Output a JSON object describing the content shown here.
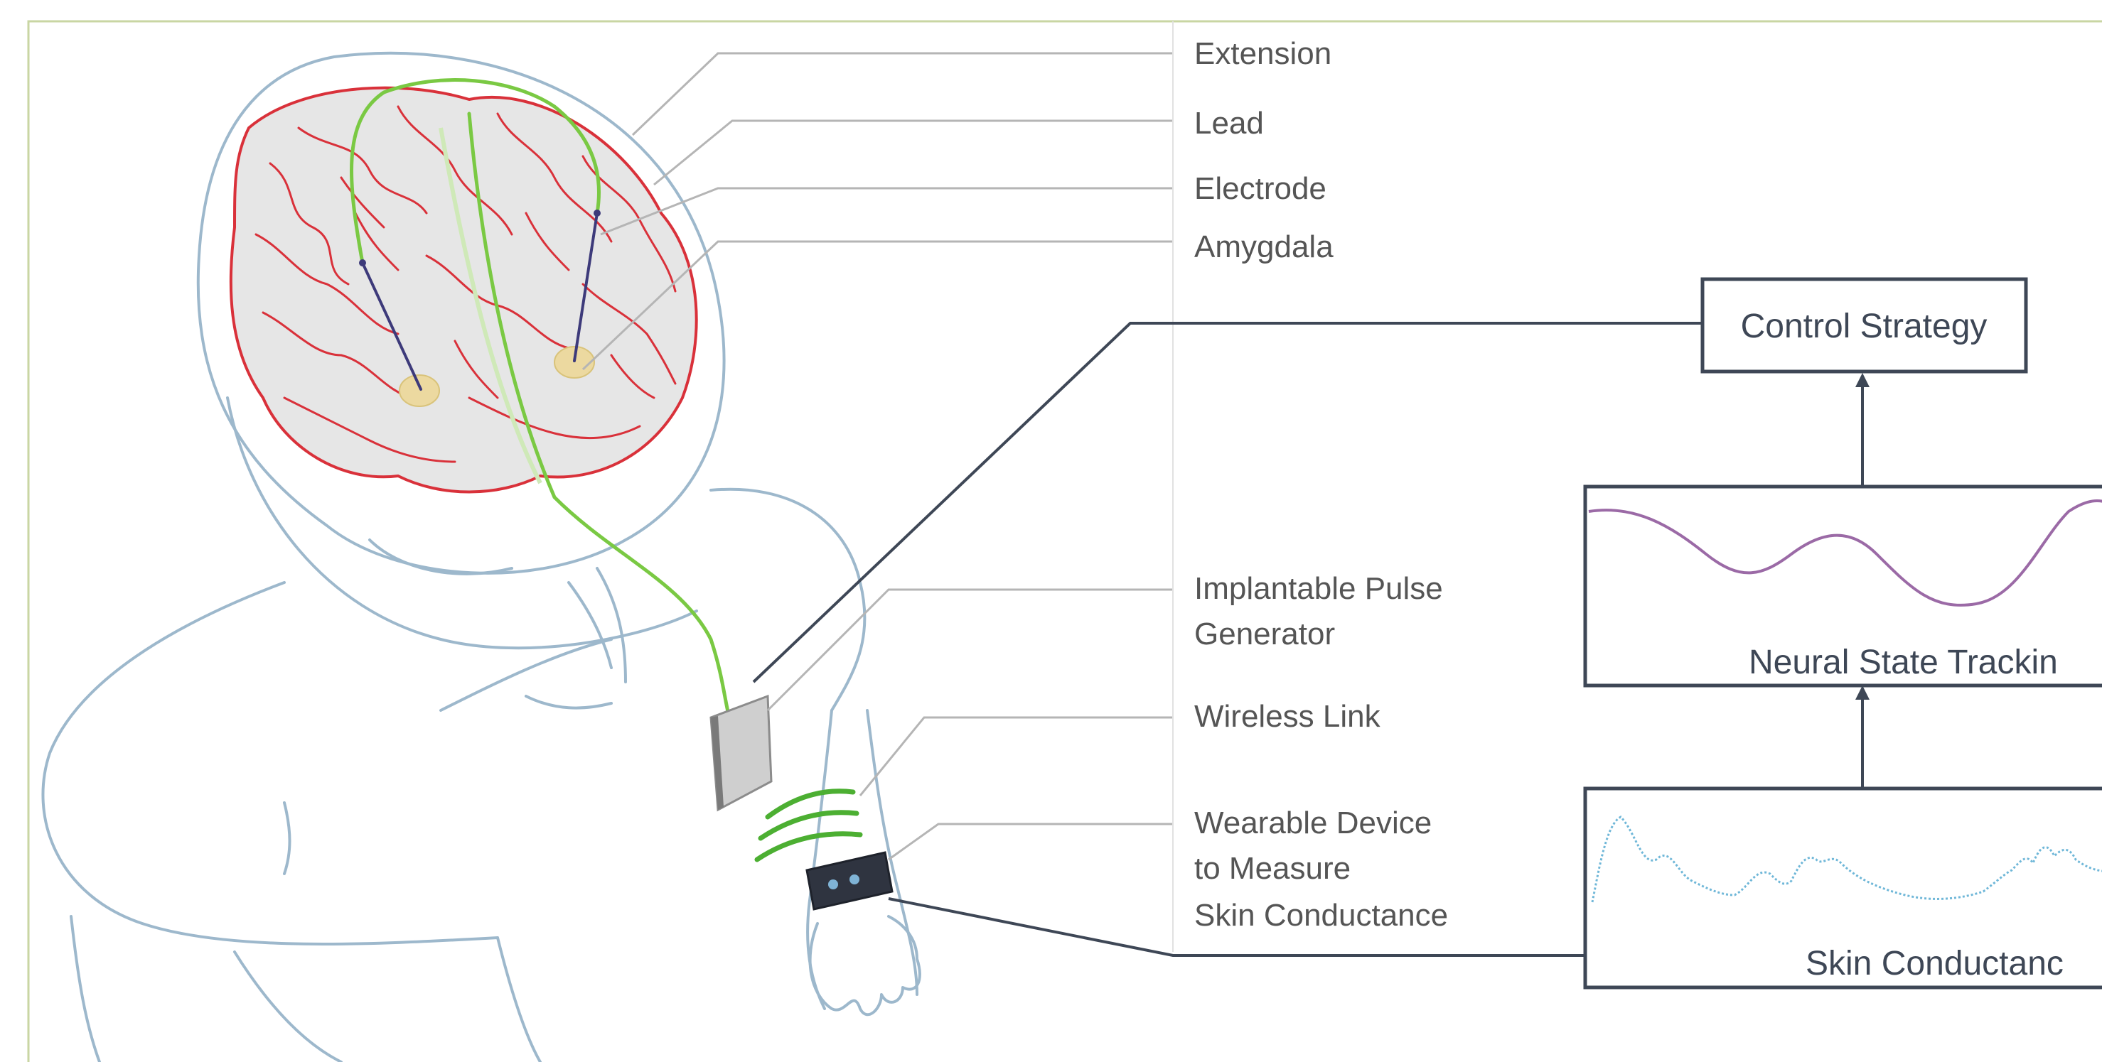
{
  "labels": {
    "extension": "Extension",
    "lead": "Lead",
    "electrode": "Electrode",
    "amygdala": "Amygdala",
    "ipg_line1": "Implantable Pulse",
    "ipg_line2": "Generator",
    "wireless": "Wireless Link",
    "wearable_line1": "Wearable Device",
    "wearable_line2": "to Measure",
    "wearable_line3": "Skin Conductance"
  },
  "boxes": {
    "control": "Control Strategy",
    "neural": "Neural State Trackin",
    "skin": "Skin Conductanc"
  },
  "colors": {
    "frame": "#c9d6a3",
    "body_outline": "#9db8cc",
    "brain_outline": "#d9313a",
    "brain_fill": "#e6e6e6",
    "lead_wire": "#7ac943",
    "electrode": "#3d3a7a",
    "amygdala": "#ecd9a0",
    "leader_line": "#b5b5b5",
    "box_border": "#3e4756",
    "neural_trace": "#9b6aa6",
    "skin_trace": "#6fb7d8"
  }
}
